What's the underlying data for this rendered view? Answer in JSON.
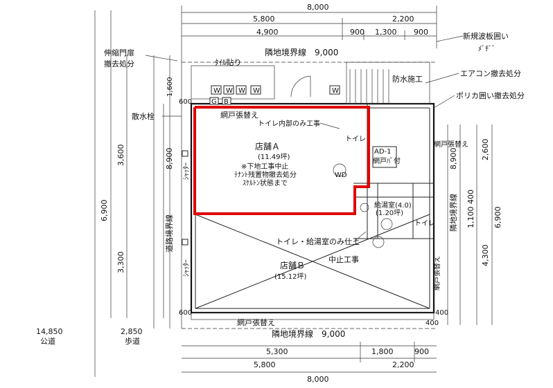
{
  "dims": {
    "top_total": "8,000",
    "top_left": "5,800",
    "top_right": "2,200",
    "top_4900": "4,900",
    "top_900a": "900",
    "top_1300": "1,300",
    "top_900b": "900",
    "bottom_5300": "5,300",
    "bottom_1800": "1,800",
    "bottom_900": "900",
    "bottom_5800": "5,800",
    "bottom_2200": "2,200",
    "bottom_total": "8,000",
    "left_6900": "6,900",
    "left_3600": "3,600",
    "left_3300": "3,300",
    "left_8900": "8,900",
    "right_2600": "2,600",
    "right_8900": "8,900",
    "right_1100_400": "1,100 400",
    "right_6900": "6,900",
    "right_4300": "4,300",
    "n600a": "600",
    "n600b": "600",
    "n400a": "400",
    "n400b": "400",
    "n1600": "1,600"
  },
  "labels": {
    "neighbor_top": "隣地境界線　9,000",
    "neighbor_bottom": "隣地境界線　9,000",
    "road": "道路境界線",
    "neighbor_right": "隣地境界線",
    "new_fence": "新規波板囲い",
    "fence_sub": "ﾒﾞﾁﾞﾞ",
    "ac_removal": "エアコン撤去処分",
    "poly_fence": "ポリカ囲い撤去処分",
    "gate_removal": "伸縮門扉\n撤去処分",
    "gate_removal_1": "伸縮門扉",
    "gate_removal_2": "撤去処分",
    "hydrant": "散水栓",
    "tile": "ﾀｲﾙ貼り",
    "waterproof": "防水施工",
    "screen_top": "網戸張替え",
    "screen_right": "網戸張替え",
    "screen_bottom": "網戸張替え",
    "screen_right2": "網戸張替え",
    "toilet_interior": "トイレ内部のみ工事",
    "shop_a": "店舗Ａ",
    "shop_a_area": "(11.49坪)",
    "shop_a_note1": "※下地工事中止",
    "shop_a_note2": "ﾃﾅﾝﾄ残置物撤去処分",
    "shop_a_note3": "ｽｹﾙﾄﾝ状態まで",
    "toilet_finish": "トイレ・給湯室のみ仕上",
    "shop_b": "店舗Ｂ",
    "shop_b_area": "(15.12坪)",
    "suspended": "中止工事",
    "shutter1": "ｼｬｯﾀｰ",
    "shutter2": "ｼｬｯﾀｰ",
    "road_public": "公道",
    "road_public_w": "14,850",
    "sidewalk": "歩道",
    "sidewalk_w": "2,850",
    "ad1": "AD-1",
    "ad1_sub": "網戸ﾊﾞ付",
    "kitchen": "給湯室(4.0)",
    "kitchen_area": "(1.20坪)",
    "toilet": "トイレ",
    "toilet2": "トイレ",
    "ws1": "WD",
    "w_marks": [
      "W",
      "W",
      "W",
      "W"
    ],
    "g": "G",
    "b": "B"
  }
}
